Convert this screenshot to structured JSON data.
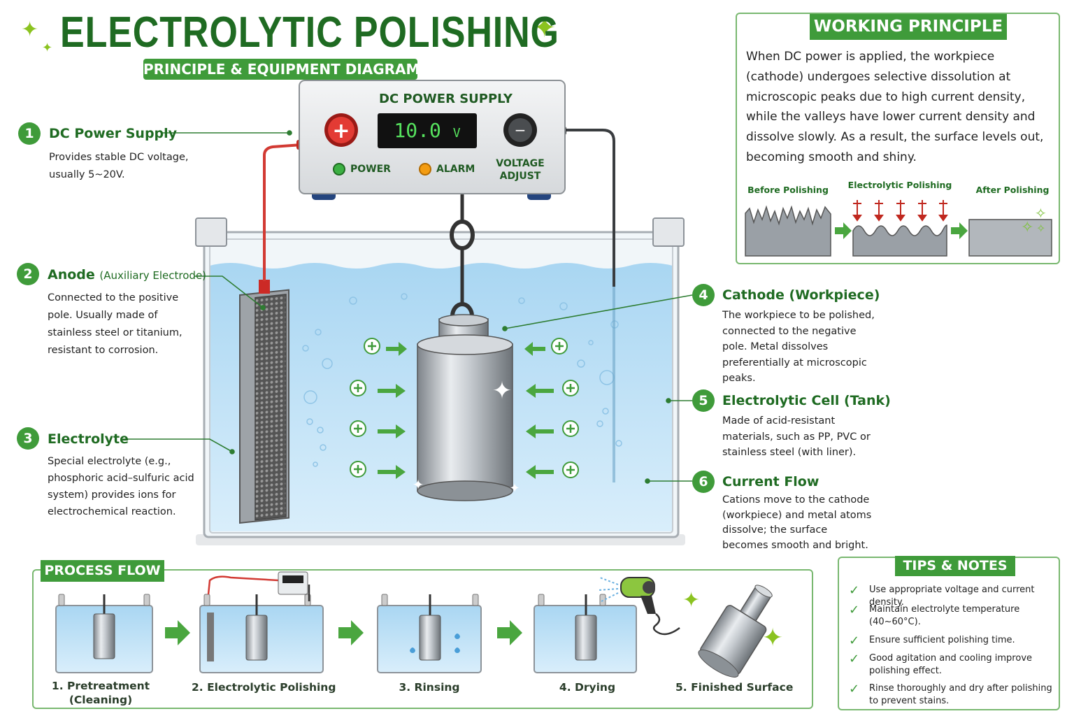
{
  "title": "ELECTROLYTIC POLISHING",
  "subtitle": "PRINCIPLE & EQUIPMENT DIAGRAM",
  "power_supply": {
    "title": "DC POWER SUPPLY",
    "voltage_value": "10.0",
    "voltage_unit": "V",
    "power_label": "POWER",
    "alarm_label": "ALARM",
    "voltage_adjust_line1": "VOLTAGE",
    "voltage_adjust_line2": "ADJUST",
    "plus_symbol": "+",
    "minus_symbol": "−",
    "power_led_color": "#3cb043",
    "alarm_led_color": "#f39c12"
  },
  "labels": [
    {
      "num": "1",
      "title": "DC Power Supply",
      "title_small": "",
      "text": "Provides stable DC voltage, usually 5~20V."
    },
    {
      "num": "2",
      "title": "Anode",
      "title_small": "(Auxiliary Electrode)",
      "text": "Connected to the positive pole. Usually made of stainless steel or titanium, resistant to corrosion."
    },
    {
      "num": "3",
      "title": "Electrolyte",
      "title_small": "",
      "text": "Special electrolyte (e.g., phosphoric acid–sulfuric acid system) provides ions for electrochemical reaction."
    },
    {
      "num": "4",
      "title": "Cathode (Workpiece)",
      "title_small": "",
      "text": "The workpiece to be polished, connected to the negative pole. Metal dissolves preferentially at microscopic peaks."
    },
    {
      "num": "5",
      "title": "Electrolytic Cell (Tank)",
      "title_small": "",
      "text": "Made of acid-resistant materials, such as PP, PVC or stainless steel (with liner)."
    },
    {
      "num": "6",
      "title": "Current Flow",
      "title_small": "",
      "text": "Cations move to the cathode (workpiece) and metal atoms dissolve; the surface becomes smooth and bright."
    }
  ],
  "working_principle": {
    "title": "WORKING PRINCIPLE",
    "text": "When DC power is applied, the workpiece (cathode) undergoes selective dissolution at microscopic peaks due to high current density, while the valleys have lower current density and dissolve slowly. As a result, the surface levels out, becoming smooth and shiny.",
    "stages": [
      "Before Polishing",
      "Electrolytic Polishing",
      "After Polishing"
    ]
  },
  "process_flow": {
    "title": "PROCESS FLOW",
    "steps": [
      {
        "line1": "1. Pretreatment",
        "line2": "(Cleaning)"
      },
      {
        "line1": "2. Electrolytic Polishing",
        "line2": ""
      },
      {
        "line1": "3. Rinsing",
        "line2": ""
      },
      {
        "line1": "4. Drying",
        "line2": ""
      },
      {
        "line1": "5. Finished Surface",
        "line2": ""
      }
    ]
  },
  "tips": {
    "title": "TIPS & NOTES",
    "items": [
      "Use appropriate voltage and current density.",
      "Maintain electrolyte temperature (40~60°C).",
      "Ensure sufficient polishing time.",
      "Good agitation and cooling improve polishing effect.",
      "Rinse thoroughly and dry after polishing to prevent stains."
    ]
  },
  "colors": {
    "accent_green": "#3f9b3a",
    "dark_green": "#1f6b22",
    "water_blue": "#bfe0f5",
    "positive_red": "#d9302c"
  }
}
